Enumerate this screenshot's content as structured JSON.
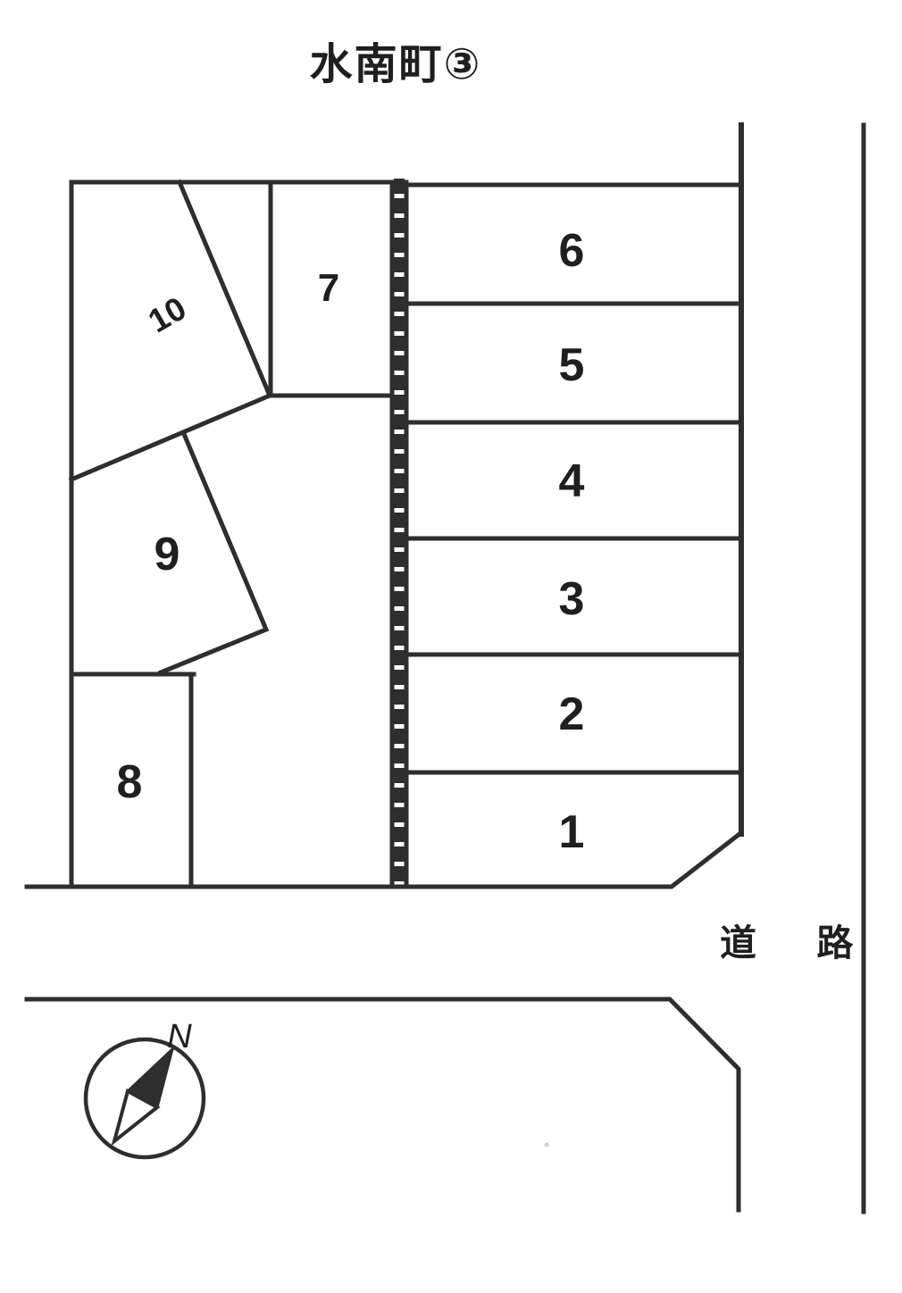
{
  "title": "水南町③",
  "map": {
    "plots": [
      {
        "label": "1"
      },
      {
        "label": "2"
      },
      {
        "label": "3"
      },
      {
        "label": "4"
      },
      {
        "label": "5"
      },
      {
        "label": "6"
      },
      {
        "label": "7"
      },
      {
        "label": "8"
      },
      {
        "label": "9"
      },
      {
        "label": "10"
      }
    ],
    "road_label": "道 路"
  },
  "compass": {
    "north_label": "N"
  },
  "colors": {
    "line": "#2e2e2e",
    "text": "#1f1f1f",
    "background": "#ffffff"
  }
}
